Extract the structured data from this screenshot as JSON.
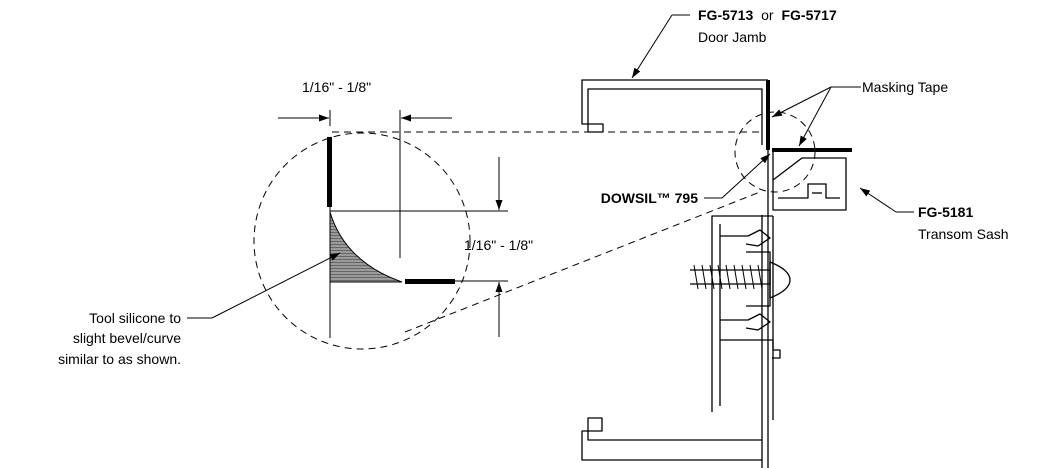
{
  "labels": {
    "jamb_part_a": "FG-5713",
    "jamb_or": "or",
    "jamb_part_b": "FG-5717",
    "jamb_desc": "Door Jamb",
    "masking_tape": "Masking Tape",
    "sealant": "DOWSIL™ 795",
    "sash_part": "FG-5181",
    "sash_desc": "Transom Sash",
    "dim_top": "1/16\" - 1/8\"",
    "dim_side": "1/16\" - 1/8\"",
    "note_line1": "Tool silicone to",
    "note_line2": "slight bevel/curve",
    "note_line3": "similar to as shown."
  },
  "icons": [
    "arrowhead-icon",
    "screw-icon"
  ]
}
